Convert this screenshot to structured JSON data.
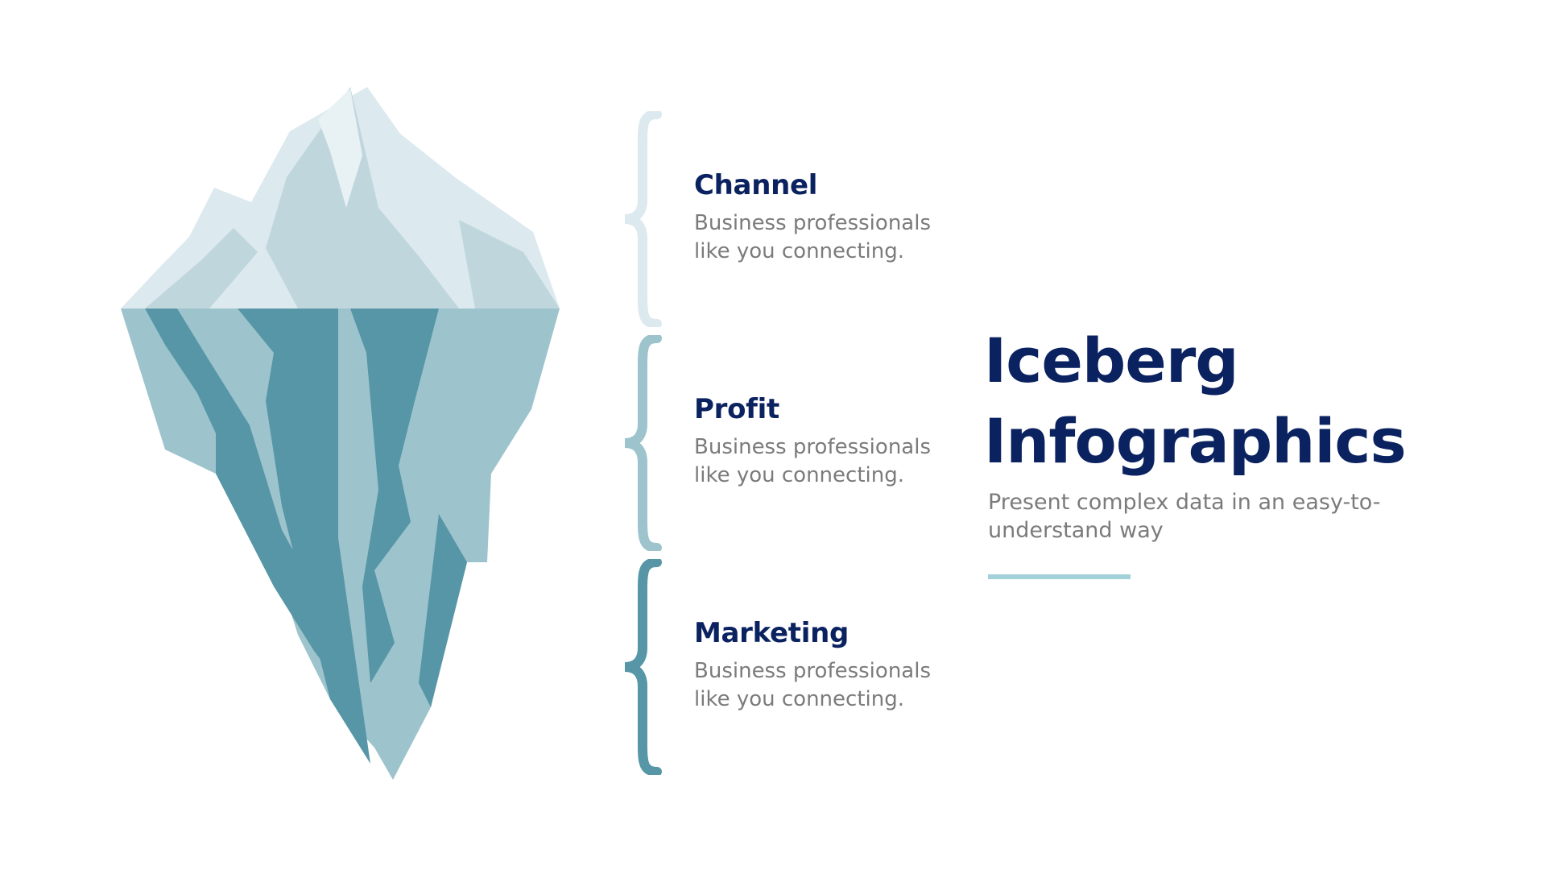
{
  "slide": {
    "title_line1": "Iceberg",
    "title_line2": "Infographics",
    "subtitle": "Present complex data in an easy-to-understand way"
  },
  "items": [
    {
      "title": "Channel",
      "description": "Business professionals like you connecting."
    },
    {
      "title": "Profit",
      "description": "Business professionals like you connecting."
    },
    {
      "title": "Marketing",
      "description": "Business professionals like you connecting."
    }
  ],
  "colors": {
    "navy": "#0b2260",
    "gray_text": "#7b7b7b",
    "brace_channel": "#dce9ee",
    "brace_profit": "#9dc3cc",
    "brace_marketing": "#5696a6",
    "accent_line": "#a3d1d9"
  }
}
